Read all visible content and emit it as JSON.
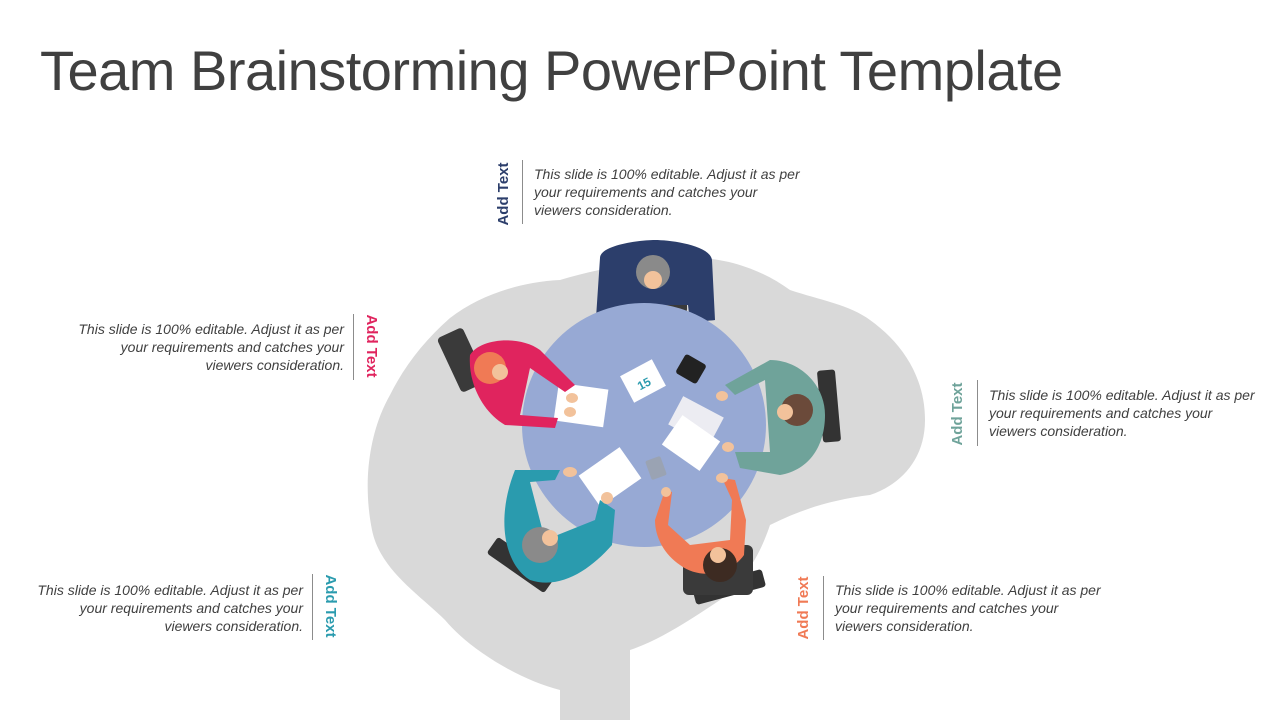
{
  "title": "Team Brainstorming PowerPoint Template",
  "colors": {
    "brain": "#d9d9d9",
    "table": "#97a9d4",
    "navy": "#2c3e6b",
    "pink": "#e0245e",
    "sage": "#6fa39a",
    "teal": "#2a9bae",
    "coral": "#f07a55",
    "text": "#404040"
  },
  "callouts": [
    {
      "label": "Add Text",
      "text": "This slide is 100% editable.  Adjust it as per your requirements and catches your viewers consideration."
    },
    {
      "label": "Add Text",
      "text": "This slide is 100% editable.  Adjust it as per your requirements and catches your viewers consideration."
    },
    {
      "label": "Add Text",
      "text": "This slide is 100% editable.  Adjust it as per your requirements and catches your viewers consideration."
    },
    {
      "label": "Add Text",
      "text": "This slide is 100% editable.  Adjust it as per your requirements and catches your viewers consideration."
    },
    {
      "label": "Add Text",
      "text": "This slide is 100% editable.  Adjust it as per your requirements and catches your viewers consideration."
    }
  ]
}
